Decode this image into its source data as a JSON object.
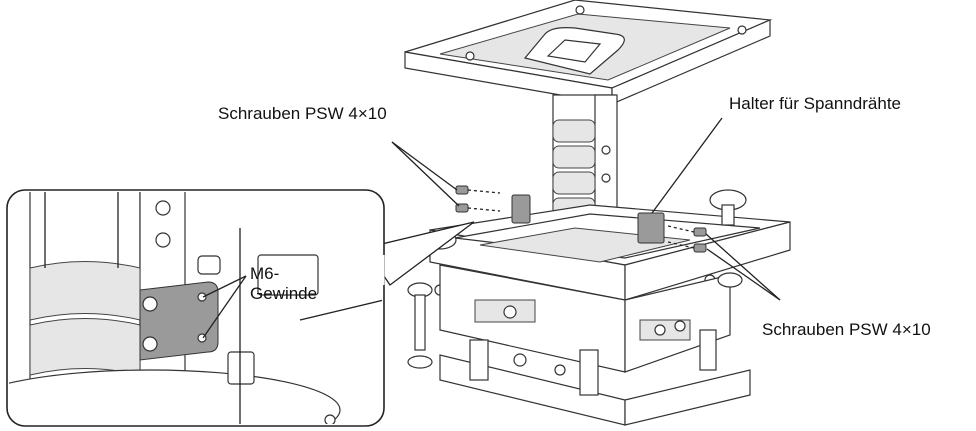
{
  "labels": {
    "screws_top_left": "Schrauben PSW 4×10",
    "wire_holder": "Halter für Spanndrähte",
    "screws_bottom_right": "Schrauben PSW 4×10",
    "m6_line1": "M6-",
    "m6_line2": "Gewinde"
  },
  "colors": {
    "line": "#222222",
    "part_fill": "#ffffff",
    "holder_fill": "#9a9a9a"
  }
}
